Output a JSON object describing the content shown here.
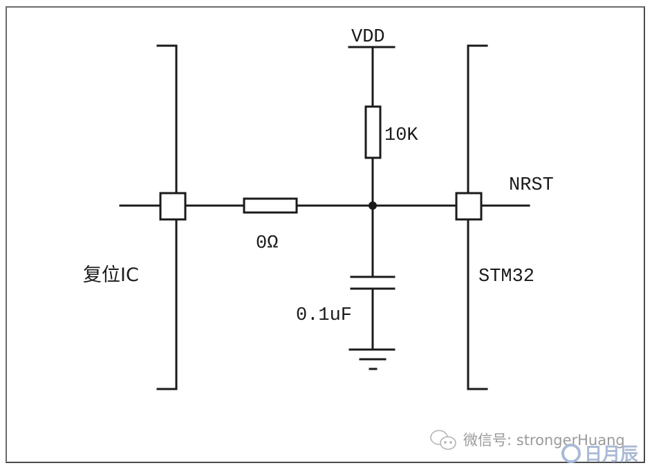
{
  "diagram": {
    "title": "STM32 NRST reset circuit",
    "labels": {
      "vdd": "VDD",
      "r_pullup": "10K",
      "r_series": "0Ω",
      "capacitor": "0.1uF",
      "nrst": "NRST",
      "reset_ic": "复位IC",
      "mcu": "STM32"
    },
    "components": [
      {
        "type": "power-rail",
        "name": "VDD"
      },
      {
        "type": "resistor",
        "value": "10K",
        "between": [
          "VDD",
          "node"
        ]
      },
      {
        "type": "resistor",
        "value": "0Ω",
        "between": [
          "复位IC",
          "node"
        ]
      },
      {
        "type": "capacitor",
        "value": "0.1uF",
        "between": [
          "node",
          "GND"
        ]
      },
      {
        "type": "ground"
      },
      {
        "type": "pin",
        "owner": "复位IC"
      },
      {
        "type": "pin",
        "owner": "STM32",
        "name": "NRST"
      }
    ],
    "colors": {
      "line": "#1a1a1a",
      "frame": "#6a6a6a",
      "watermark_text": "#9a9a9a",
      "watermark_logo": "#a9bad6"
    }
  },
  "watermark": {
    "wechat_text": "微信号: strongerHuang",
    "logo_text": "日月辰",
    "icon": "wechat-icon"
  }
}
